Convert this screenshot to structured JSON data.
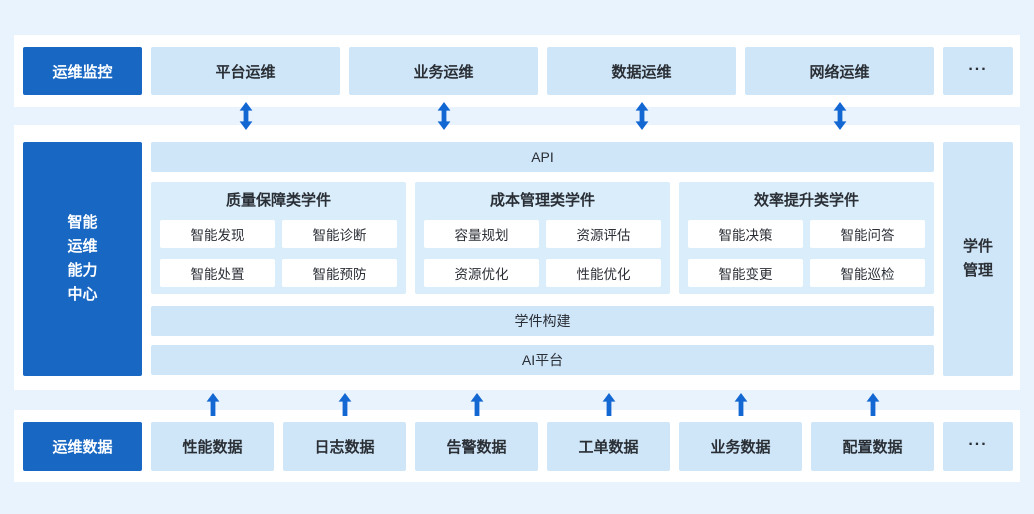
{
  "monitor": {
    "label": "运维监控",
    "items": [
      "平台运维",
      "业务运维",
      "数据运维",
      "网络运维"
    ],
    "more": "..."
  },
  "center": {
    "label_lines": [
      "智能",
      "运维",
      "能力",
      "中心"
    ],
    "api_bar": "API",
    "groups": [
      {
        "title": "质量保障类学件",
        "items": [
          "智能发现",
          "智能诊断",
          "智能处置",
          "智能预防"
        ]
      },
      {
        "title": "成本管理类学件",
        "items": [
          "容量规划",
          "资源评估",
          "资源优化",
          "性能优化"
        ]
      },
      {
        "title": "效率提升类学件",
        "items": [
          "智能决策",
          "智能问答",
          "智能变更",
          "智能巡检"
        ]
      }
    ],
    "build_bar": "学件构建",
    "ai_bar": "AI平台",
    "right_lines": [
      "学件",
      "管理"
    ]
  },
  "datasource": {
    "label": "运维数据",
    "items": [
      "性能数据",
      "日志数据",
      "告警数据",
      "工单数据",
      "业务数据",
      "配置数据"
    ],
    "more": "..."
  },
  "colors": {
    "primary_blue": "#1767c3",
    "arrow_blue": "#1267d3",
    "light_box": "#cfe6f8",
    "group_box": "#d9edfb",
    "page_bg": "#e9f3fd",
    "band_bg": "#ffffff",
    "text": "#2a2e35"
  }
}
